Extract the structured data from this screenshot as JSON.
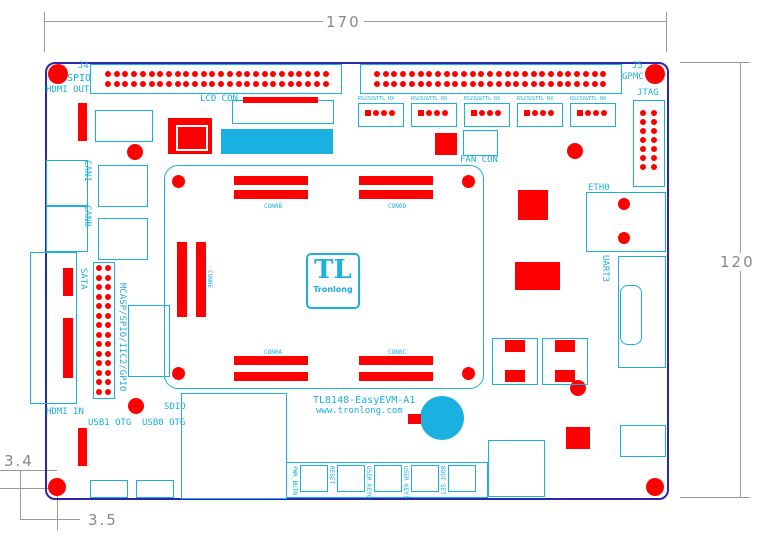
{
  "dimensions": {
    "width": "170",
    "height": "120",
    "offset_y": "3.4",
    "offset_x": "3.5"
  },
  "headers": {
    "j4": "J4",
    "j4_name": "SPIO",
    "j5": "J5",
    "j5_name": "GPMC"
  },
  "labels": {
    "hdmi_out": "HDMI OUT",
    "lcd_con": "LCD CON",
    "jtag": "JTAG",
    "fan_con": "FAN CON",
    "eth0": "ETH0",
    "uart3": "UART3",
    "can1": "CAN1",
    "can0": "CAN0",
    "sata": "SATA",
    "mcasp": "MCASP/SPIO/IIC2/GPIO",
    "sdio": "SDIO",
    "hdmi_in": "HDMI IN",
    "usb1": "USB1 OTG",
    "usb0": "USB0 OTG",
    "board_name": "TL8148-EasyEVM-A1",
    "website": "www.tronlong.com",
    "con0b": "CON0B",
    "con0d": "CON0D",
    "con0e": "CON0E",
    "con0a": "CON0A",
    "con0c": "CON0C"
  },
  "uart_headers": [
    "RS232&TTL RX",
    "RS232&TTL RX",
    "RS232&TTL RX",
    "RS232&TTL RX",
    "RS232&TTL RX"
  ],
  "keys": [
    "PWR_BUTN",
    "RESET",
    "USER KEY0",
    "USER KEY1",
    "BOOT SET"
  ],
  "logo": {
    "mark": "TL",
    "brand": "Tronlong"
  },
  "colors": {
    "copper": "#ff0000",
    "silk": "#1ab0e0",
    "outline": "#2a2aa8",
    "dimension": "#999999"
  }
}
